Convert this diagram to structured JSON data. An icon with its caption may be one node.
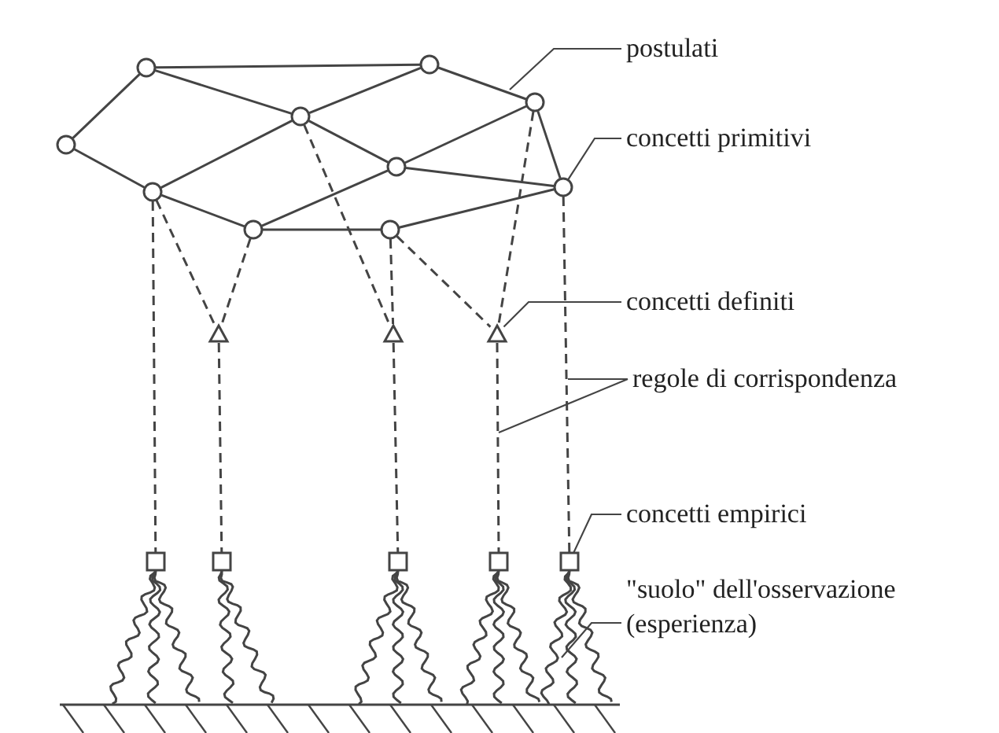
{
  "diagram": {
    "nodes": [
      {
        "text": [],
        "shape": "circle"
      },
      {
        "text": [],
        "shape": "circle"
      },
      {
        "text": [],
        "shape": "circle"
      },
      {
        "text": [],
        "shape": "circle"
      },
      {
        "text": [],
        "shape": "circle"
      },
      {
        "text": [],
        "shape": "circle"
      },
      {
        "text": [],
        "shape": "circle"
      },
      {
        "text": [],
        "shape": "circle"
      },
      {
        "text": [],
        "shape": "circle"
      },
      {
        "text": [],
        "shape": "circle"
      },
      {
        "text": [],
        "shape": "triangle"
      },
      {
        "text": [],
        "shape": "triangle"
      },
      {
        "text": [],
        "shape": "triangle"
      },
      {
        "text": [],
        "shape": "box"
      },
      {
        "text": [],
        "shape": "box"
      },
      {
        "text": [],
        "shape": "box"
      },
      {
        "text": [],
        "shape": "box"
      },
      {
        "text": [],
        "shape": "box"
      },
      {
        "text": [],
        "shape": "ground"
      },
      {
        "text": [
          "postulati"
        ]
      },
      {
        "text": [
          "concetti primitivi"
        ]
      },
      {
        "text": [
          "concetti definiti"
        ]
      },
      {
        "text": [
          "regole di corrispondenza"
        ]
      },
      {
        "text": [
          "concetti empirici"
        ]
      },
      {
        "text": [
          "\"suolo\" dell'osservazione (esperienza)"
        ]
      }
    ],
    "edges": [
      {
        "from": 0,
        "to": 1,
        "arrow": "none"
      },
      {
        "from": 0,
        "to": 4,
        "arrow": "none"
      },
      {
        "from": 0,
        "to": 3,
        "arrow": "none"
      },
      {
        "from": 1,
        "to": 3,
        "arrow": "none"
      },
      {
        "from": 1,
        "to": 2,
        "arrow": "none"
      },
      {
        "from": 2,
        "to": 6,
        "arrow": "none"
      },
      {
        "from": 2,
        "to": 5,
        "arrow": "none"
      },
      {
        "from": 3,
        "to": 5,
        "arrow": "none"
      },
      {
        "from": 3,
        "to": 7,
        "arrow": "none"
      },
      {
        "from": 4,
        "to": 7,
        "arrow": "none"
      },
      {
        "from": 5,
        "to": 6,
        "arrow": "none"
      },
      {
        "from": 5,
        "to": 8,
        "arrow": "none"
      },
      {
        "from": 7,
        "to": 8,
        "arrow": "none"
      },
      {
        "from": 8,
        "to": 9,
        "arrow": "none"
      },
      {
        "from": 9,
        "to": 6,
        "arrow": "none"
      },
      {
        "from": 7,
        "to": 13,
        "arrow": "none",
        "style": "dashed"
      },
      {
        "from": 7,
        "to": 10,
        "arrow": "none",
        "style": "dashed"
      },
      {
        "from": 8,
        "to": 10,
        "arrow": "none",
        "style": "dashed"
      },
      {
        "from": 3,
        "to": 11,
        "arrow": "none",
        "style": "dashed"
      },
      {
        "from": 9,
        "to": 11,
        "arrow": "none",
        "style": "dashed"
      },
      {
        "from": 9,
        "to": 12,
        "arrow": "none",
        "style": "dashed"
      },
      {
        "from": 2,
        "to": 12,
        "arrow": "none",
        "style": "dashed"
      },
      {
        "from": 6,
        "to": 17,
        "arrow": "none",
        "style": "dashed"
      },
      {
        "from": 10,
        "to": 14,
        "arrow": "none",
        "style": "dashed"
      },
      {
        "from": 11,
        "to": 15,
        "arrow": "none",
        "style": "dashed"
      },
      {
        "from": 12,
        "to": 16,
        "arrow": "none",
        "style": "dashed"
      },
      {
        "from": 13,
        "to": 18,
        "arrow": "none"
      },
      {
        "from": 13,
        "to": 18,
        "arrow": "none"
      },
      {
        "from": 13,
        "to": 18,
        "arrow": "none"
      },
      {
        "from": 14,
        "to": 18,
        "arrow": "none"
      },
      {
        "from": 14,
        "to": 18,
        "arrow": "none"
      },
      {
        "from": 15,
        "to": 18,
        "arrow": "none"
      },
      {
        "from": 15,
        "to": 18,
        "arrow": "none"
      },
      {
        "from": 15,
        "to": 18,
        "arrow": "none"
      },
      {
        "from": 16,
        "to": 18,
        "arrow": "none"
      },
      {
        "from": 16,
        "to": 18,
        "arrow": "none"
      },
      {
        "from": 16,
        "to": 18,
        "arrow": "none"
      },
      {
        "from": 17,
        "to": 18,
        "arrow": "none"
      },
      {
        "from": 17,
        "to": 18,
        "arrow": "none"
      },
      {
        "from": 17,
        "to": 18,
        "arrow": "none"
      },
      {
        "from": 19,
        "to": null,
        "arrow": "none"
      },
      {
        "from": 20,
        "to": 6,
        "arrow": "none"
      },
      {
        "from": 21,
        "to": 12,
        "arrow": "none"
      },
      {
        "from": 22,
        "to": null,
        "arrow": "none"
      },
      {
        "from": 22,
        "to": null,
        "arrow": "none"
      },
      {
        "from": 23,
        "to": 17,
        "arrow": "none"
      },
      {
        "from": 24,
        "to": null,
        "arrow": "none"
      }
    ]
  }
}
